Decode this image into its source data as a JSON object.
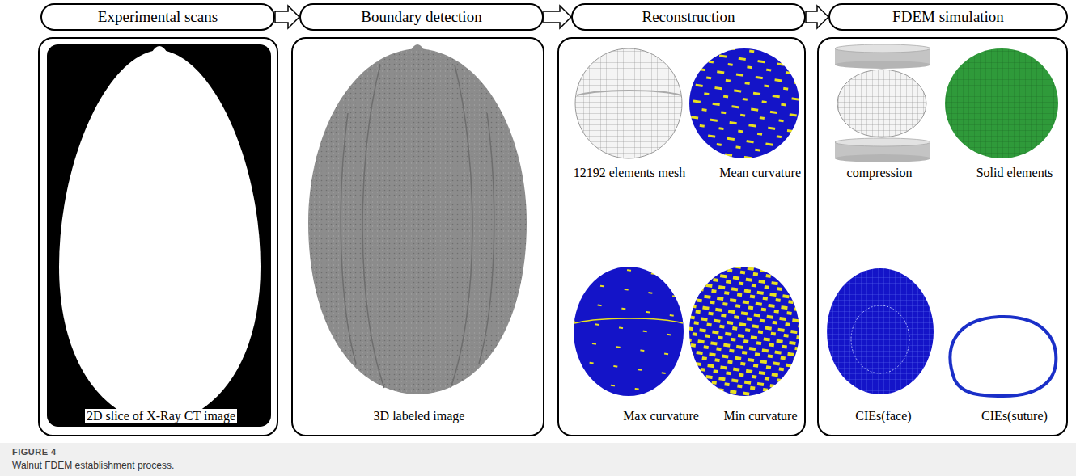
{
  "diagram": {
    "caption": "Walnut FDEM establishment process.",
    "nodes": [
      {
        "text": [
          "Experimental scans"
        ]
      },
      {
        "text": [
          "Boundary detection"
        ]
      },
      {
        "text": [
          "Reconstruction"
        ]
      },
      {
        "text": [
          "FDEM simulation"
        ]
      },
      {
        "text": [
          "2D slice of X-Ray CT image"
        ]
      },
      {
        "text": [
          "3D labeled image"
        ]
      },
      {
        "text": [
          "12192 elements mesh",
          "Mean curvature",
          "Max curvature",
          "Min curvature"
        ]
      },
      {
        "text": [
          "compression",
          "Solid elements",
          "CIEs(face)",
          "CIEs(suture)"
        ]
      }
    ],
    "edges": [
      {
        "from": 0,
        "to": 1,
        "arrow": "to"
      },
      {
        "from": 1,
        "to": 2,
        "arrow": "to"
      },
      {
        "from": 2,
        "to": 3,
        "arrow": "to"
      }
    ],
    "labels": [
      "FIGURE 4"
    ]
  }
}
